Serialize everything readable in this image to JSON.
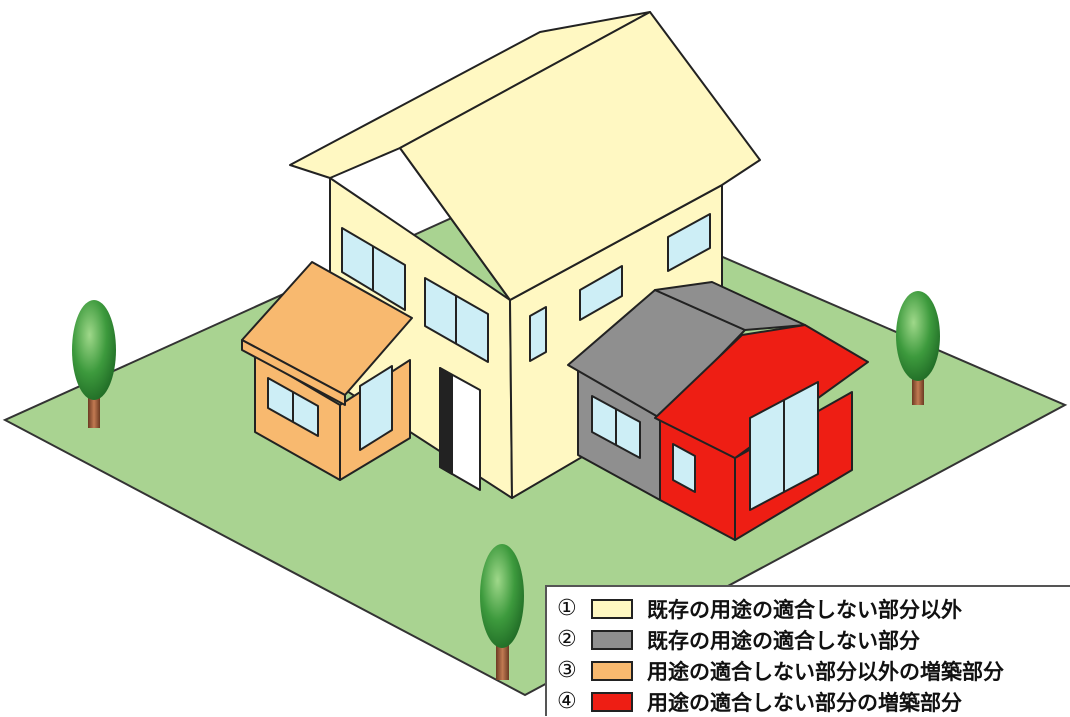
{
  "colors": {
    "lawn": "#a9d391",
    "main_house": "#fff8c2",
    "non_conforming": "#8f8f8f",
    "extension_conforming": "#f8b96f",
    "extension_non_conforming": "#ee1e14",
    "window": "#cdeef6",
    "tree_trunk": "#9a5a3a",
    "tree_foliage": "#3d9a3d"
  },
  "legend": {
    "items": [
      {
        "number": "①",
        "color": "#fff8c2",
        "label": "既存の用途の適合しない部分以外"
      },
      {
        "number": "②",
        "color": "#8f8f8f",
        "label": "既存の用途の適合しない部分"
      },
      {
        "number": "③",
        "color": "#f8b96f",
        "label": "用途の適合しない部分以外の増築部分"
      },
      {
        "number": "④",
        "color": "#ee1e14",
        "label": "用途の適合しない部分の増築部分"
      }
    ]
  }
}
